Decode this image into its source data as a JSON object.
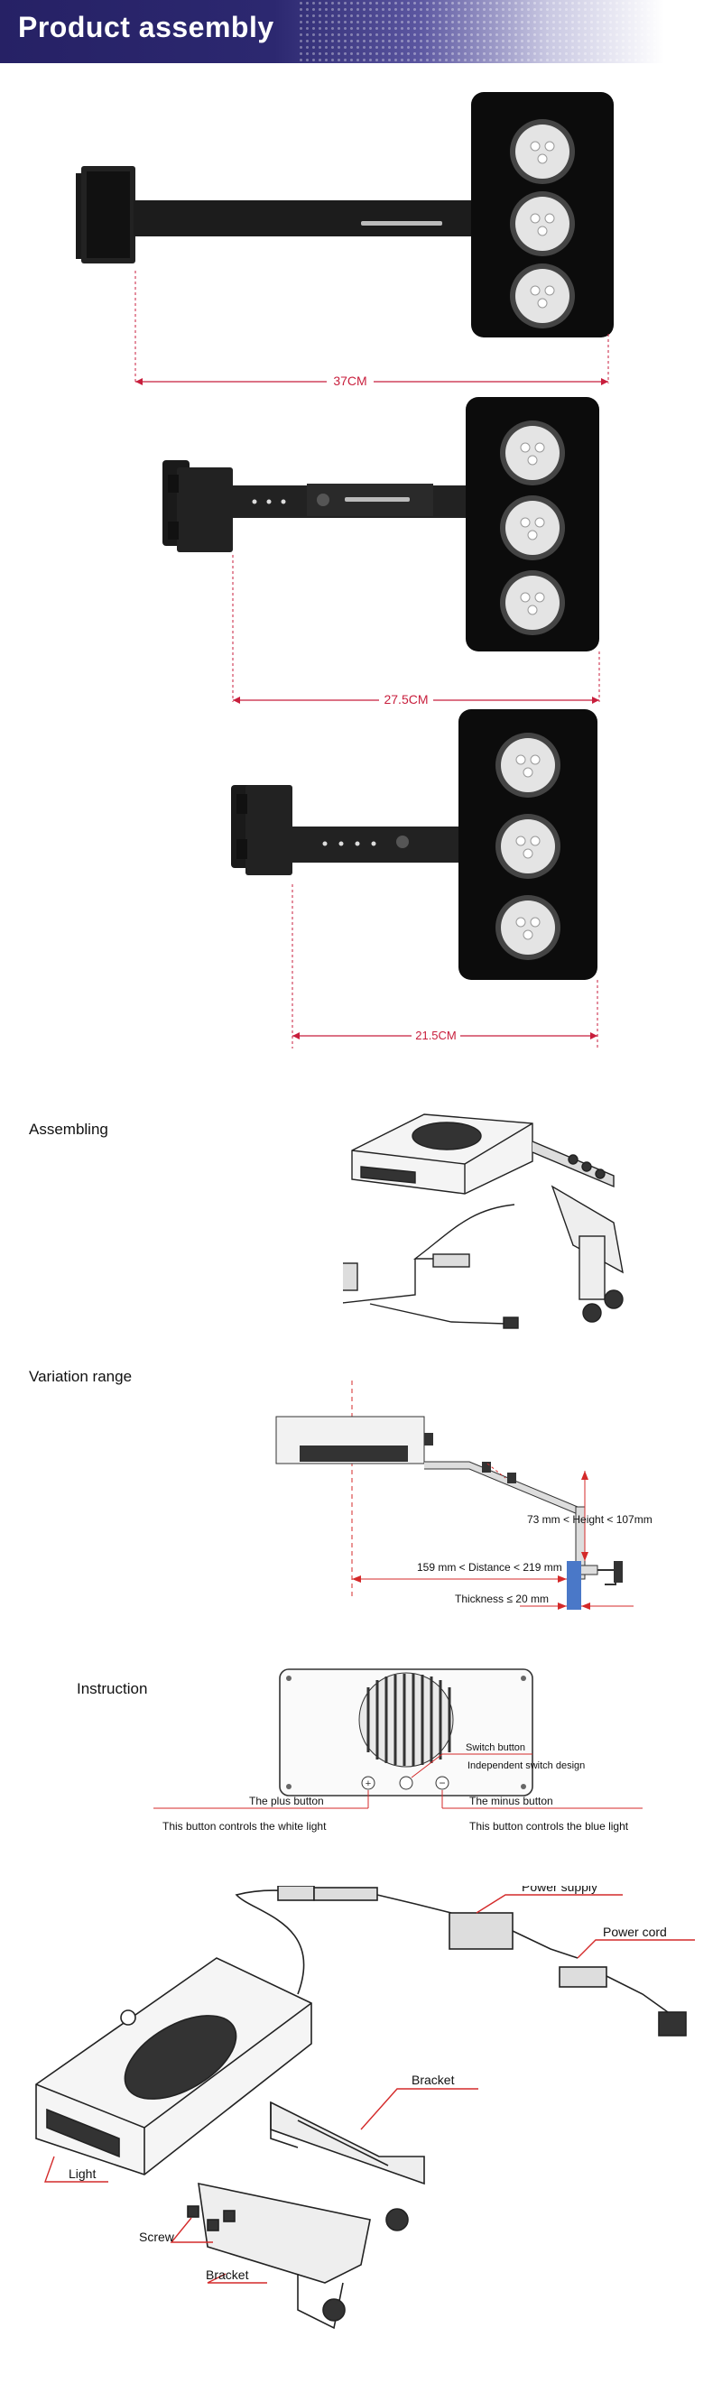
{
  "header": {
    "title": "Product assembly"
  },
  "dimensions": {
    "view1": {
      "label": "37CM"
    },
    "view2": {
      "label": "27.5CM"
    },
    "view3": {
      "label": "21.5CM"
    }
  },
  "sections": {
    "assembling": {
      "title": "Assembling"
    },
    "variation": {
      "title": "Variation range",
      "height_text": "73 mm < Height < 107mm",
      "distance_text": "159 mm < Distance < 219 mm",
      "thickness_text": "Thickness ≤ 20 mm"
    },
    "instruction": {
      "title": "Instruction",
      "switch_button": "Switch button",
      "independent_design": "Independent   switch   design",
      "plus_button": "The plus button",
      "plus_desc": "This button controls the white light",
      "minus_button": "The minus button",
      "minus_desc": "This button controls the blue light"
    },
    "parts": {
      "power_supply": "Power supply",
      "power_cord": "Power cord",
      "bracket_top": "Bracket",
      "light": "Light",
      "screw": "Screw",
      "bracket_bottom": "Bracket"
    }
  },
  "colors": {
    "header_bg": "#2c2870",
    "dimension_line": "#c81e3c",
    "annotation_red": "#d42a2a",
    "water_blue": "#4a78c8"
  }
}
